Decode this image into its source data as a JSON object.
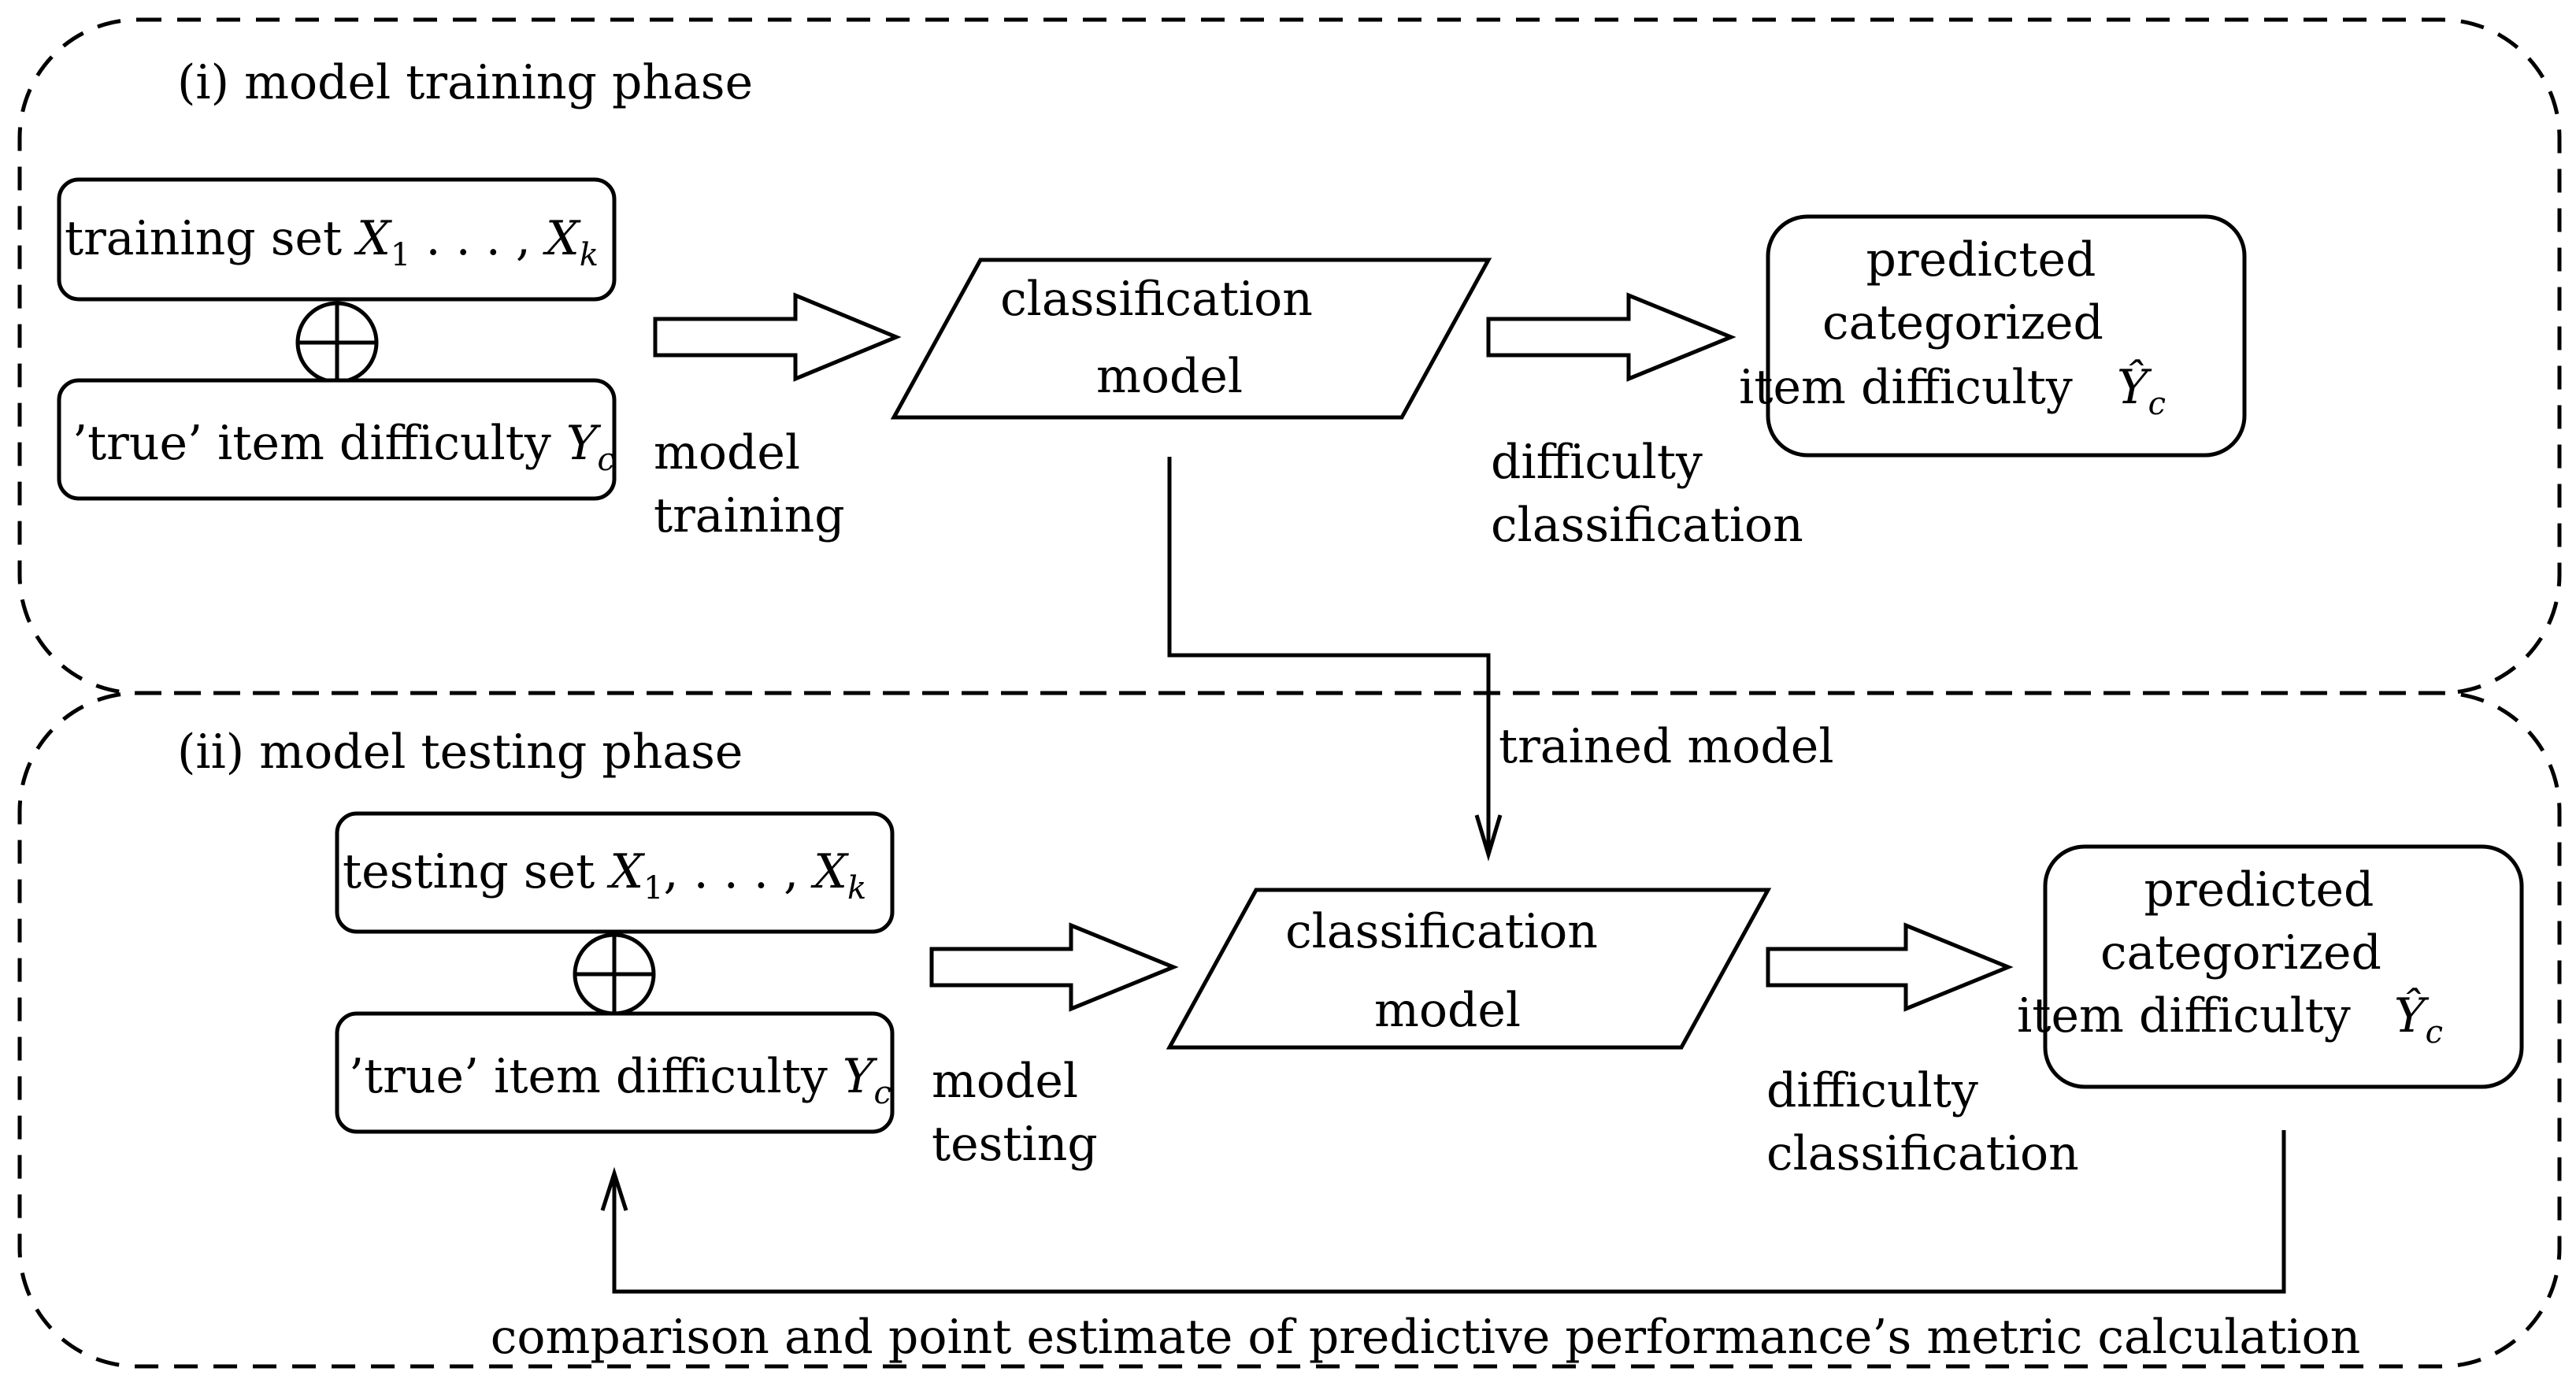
{
  "training_phase": {
    "title": "(i) model training phase",
    "input_set": {
      "prefix": "training set ",
      "var": "X",
      "sub1": "1",
      "sep": " . . . , ",
      "subk": "k"
    },
    "true_difficulty": {
      "prefix": "’true’ item difficulty ",
      "var": "Y",
      "sub": "c"
    },
    "arrow_label": [
      "model",
      "training"
    ],
    "model_label": [
      "classification",
      "model"
    ],
    "classify_label": [
      "difficulty",
      "classification"
    ],
    "output_label": [
      "predicted",
      "categorized",
      "item difficulty "
    ],
    "output_var": {
      "var": "Ŷ",
      "sub": "c"
    }
  },
  "link_label": "trained model",
  "testing_phase": {
    "title": "(ii) model testing phase",
    "input_set": {
      "prefix": "testing set ",
      "var": "X",
      "sub1": "1",
      "sep": ", . . . , ",
      "subk": "k"
    },
    "true_difficulty": {
      "prefix": "’true’ item difficulty ",
      "var": "Y",
      "sub": "c"
    },
    "arrow_label": [
      "model",
      "testing"
    ],
    "model_label": [
      "classification",
      "model"
    ],
    "classify_label": [
      "difficulty",
      "classification"
    ],
    "output_label": [
      "predicted",
      "categorized",
      "item difficulty "
    ],
    "output_var": {
      "var": "Ŷ",
      "sub": "c"
    }
  },
  "comparison_label": "comparison and point estimate of predictive performance’s metric calculation",
  "icons": {
    "combine": "circled-plus-icon"
  }
}
